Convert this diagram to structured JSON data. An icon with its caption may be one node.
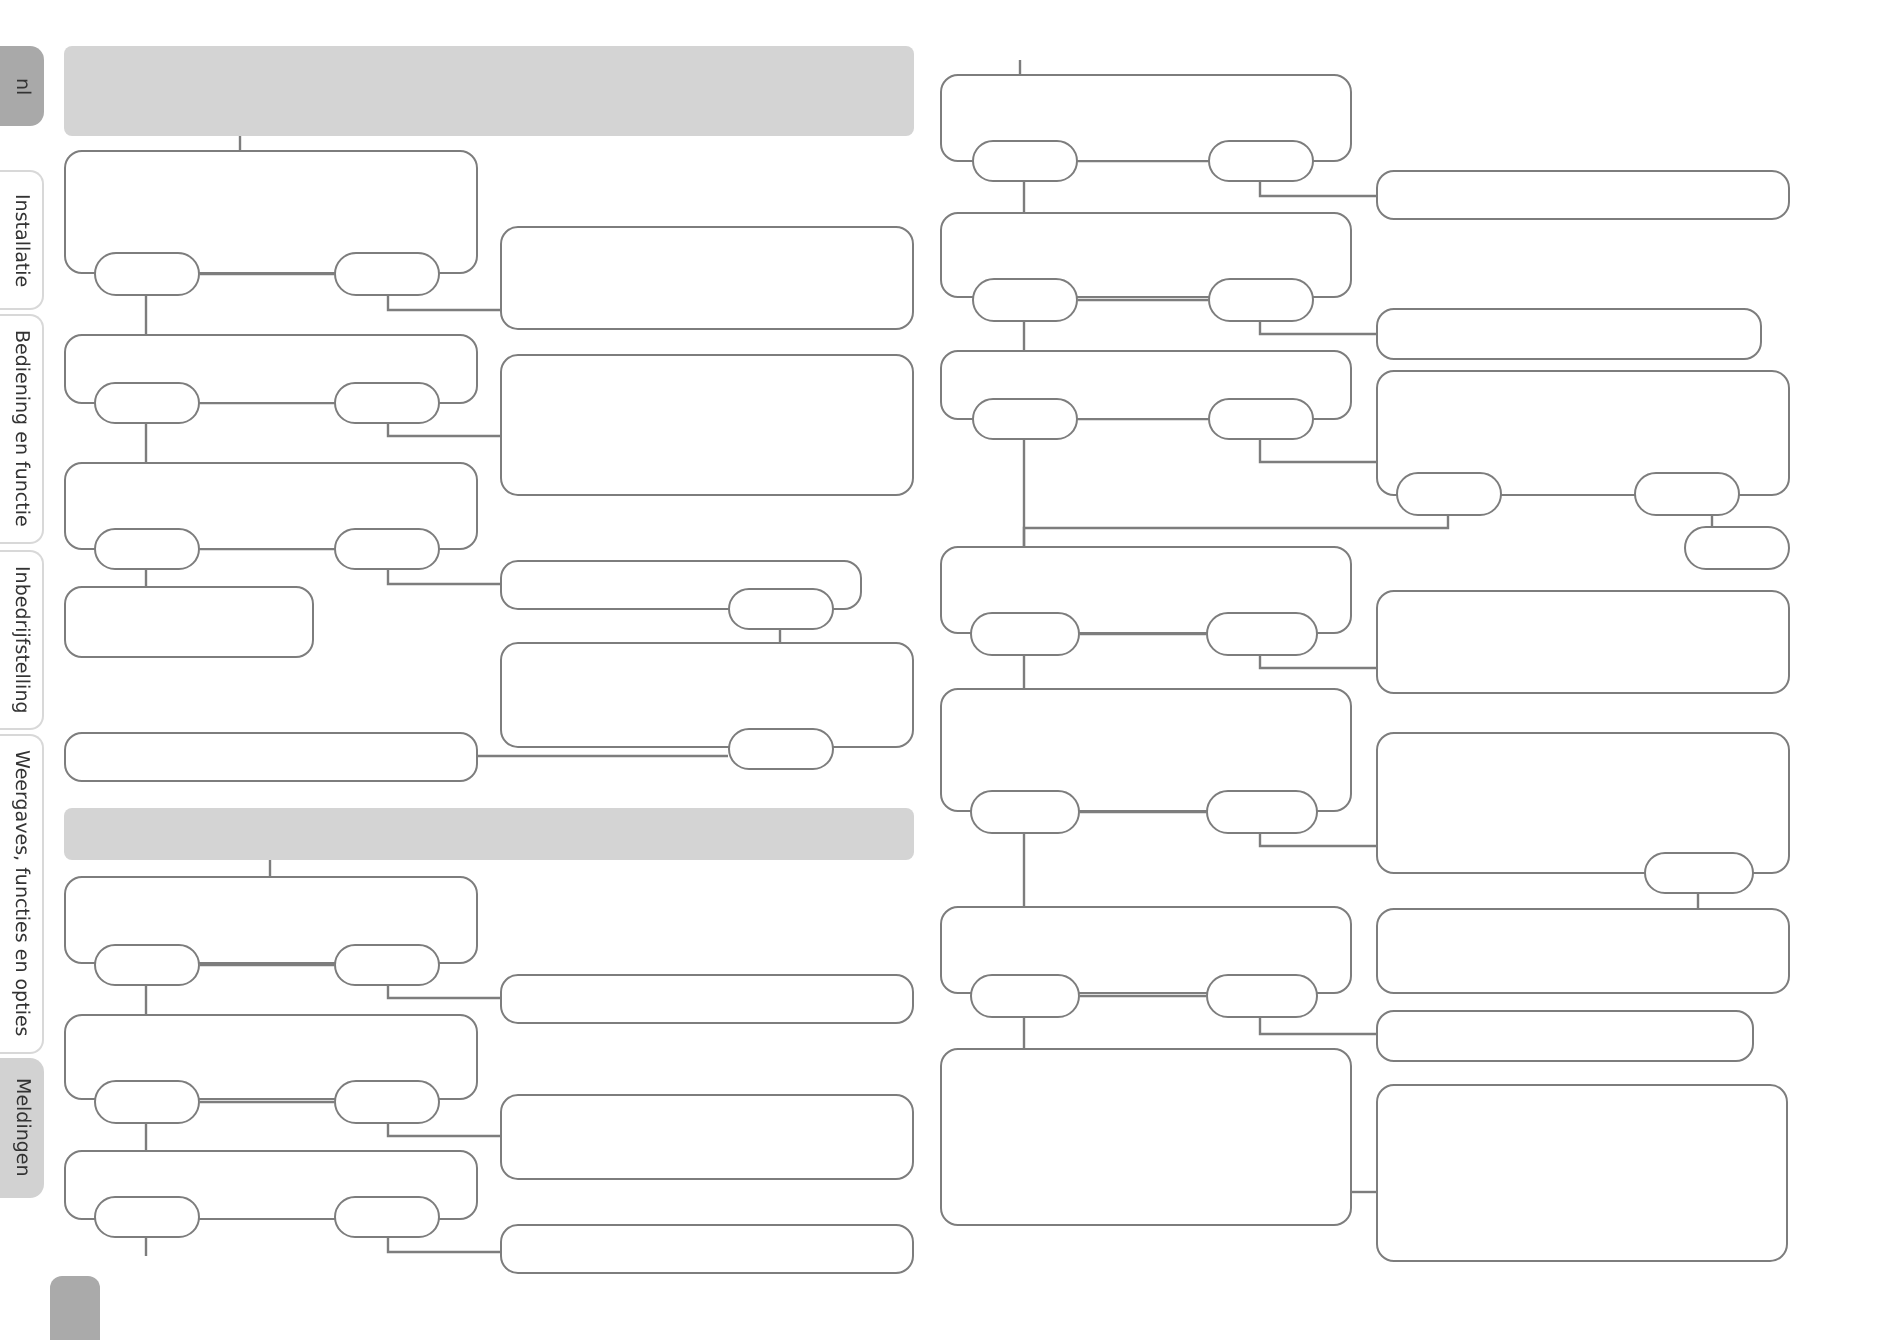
{
  "diagram": {
    "nodes": [
      {
        "text": [],
        "shape": "bar"
      },
      {
        "text": [],
        "shape": "box"
      },
      {
        "text": [],
        "shape": "oval"
      },
      {
        "text": [],
        "shape": "oval"
      },
      {
        "text": [],
        "shape": "box"
      },
      {
        "text": [],
        "shape": "box"
      },
      {
        "text": [],
        "shape": "oval"
      },
      {
        "text": [],
        "shape": "oval"
      },
      {
        "text": [],
        "shape": "box"
      },
      {
        "text": [],
        "shape": "box"
      },
      {
        "text": [],
        "shape": "oval"
      },
      {
        "text": [],
        "shape": "oval"
      },
      {
        "text": [],
        "shape": "box"
      },
      {
        "text": [],
        "shape": "oval"
      },
      {
        "text": [],
        "shape": "box"
      },
      {
        "text": [],
        "shape": "box"
      },
      {
        "text": [],
        "shape": "oval"
      },
      {
        "text": [],
        "shape": "box"
      },
      {
        "text": [],
        "shape": "bar"
      },
      {
        "text": [],
        "shape": "box"
      },
      {
        "text": [],
        "shape": "oval"
      },
      {
        "text": [],
        "shape": "oval"
      },
      {
        "text": [],
        "shape": "box"
      },
      {
        "text": [],
        "shape": "box"
      },
      {
        "text": [],
        "shape": "oval"
      },
      {
        "text": [],
        "shape": "oval"
      },
      {
        "text": [],
        "shape": "box"
      },
      {
        "text": [],
        "shape": "box"
      },
      {
        "text": [],
        "shape": "oval"
      },
      {
        "text": [],
        "shape": "oval"
      },
      {
        "text": [],
        "shape": "box"
      },
      {
        "text": [],
        "shape": "box"
      },
      {
        "text": [],
        "shape": "oval"
      },
      {
        "text": [],
        "shape": "oval"
      },
      {
        "text": [],
        "shape": "box"
      },
      {
        "text": [],
        "shape": "box"
      },
      {
        "text": [],
        "shape": "oval"
      },
      {
        "text": [],
        "shape": "oval"
      },
      {
        "text": [],
        "shape": "box"
      },
      {
        "text": [],
        "shape": "box"
      },
      {
        "text": [],
        "shape": "oval"
      },
      {
        "text": [],
        "shape": "oval"
      },
      {
        "text": [],
        "shape": "box"
      },
      {
        "text": [],
        "shape": "oval"
      },
      {
        "text": [],
        "shape": "oval"
      },
      {
        "text": [],
        "shape": "oval"
      },
      {
        "text": [],
        "shape": "box"
      },
      {
        "text": [],
        "shape": "oval"
      },
      {
        "text": [],
        "shape": "oval"
      },
      {
        "text": [],
        "shape": "box"
      },
      {
        "text": [],
        "shape": "box"
      },
      {
        "text": [],
        "shape": "oval"
      },
      {
        "text": [],
        "shape": "oval"
      },
      {
        "text": [],
        "shape": "box"
      },
      {
        "text": [],
        "shape": "oval"
      },
      {
        "text": [],
        "shape": "box"
      },
      {
        "text": [],
        "shape": "box"
      },
      {
        "text": [],
        "shape": "oval"
      },
      {
        "text": [],
        "shape": "oval"
      },
      {
        "text": [],
        "shape": "box"
      },
      {
        "text": [],
        "shape": "box"
      },
      {
        "text": [],
        "shape": "box"
      }
    ],
    "edges": [
      {
        "from": 0,
        "to": 1,
        "arrow": "none"
      },
      {
        "from": 2,
        "to": 3,
        "arrow": "none"
      },
      {
        "from": 3,
        "to": 4,
        "arrow": "none"
      },
      {
        "from": 2,
        "to": 5,
        "arrow": "none"
      },
      {
        "from": 6,
        "to": 7,
        "arrow": "none"
      },
      {
        "from": 7,
        "to": 8,
        "arrow": "none"
      },
      {
        "from": 6,
        "to": 9,
        "arrow": "none"
      },
      {
        "from": 10,
        "to": 11,
        "arrow": "none"
      },
      {
        "from": 11,
        "to": 12,
        "arrow": "none"
      },
      {
        "from": 10,
        "to": 14,
        "arrow": "none"
      },
      {
        "from": 13,
        "to": 15,
        "arrow": "none"
      },
      {
        "from": 17,
        "to": 16,
        "arrow": "none"
      },
      {
        "from": 18,
        "to": 19,
        "arrow": "none"
      },
      {
        "from": 20,
        "to": 21,
        "arrow": "none"
      },
      {
        "from": 21,
        "to": 22,
        "arrow": "none"
      },
      {
        "from": 20,
        "to": 23,
        "arrow": "none"
      },
      {
        "from": 24,
        "to": 25,
        "arrow": "none"
      },
      {
        "from": 25,
        "to": 26,
        "arrow": "none"
      },
      {
        "from": 24,
        "to": 27,
        "arrow": "none"
      },
      {
        "from": 28,
        "to": 29,
        "arrow": "none"
      },
      {
        "from": 29,
        "to": 30,
        "arrow": "none"
      },
      {
        "from": 28,
        "to": null,
        "arrow": "none"
      },
      {
        "from": null,
        "to": 31,
        "arrow": "none"
      },
      {
        "from": 32,
        "to": 33,
        "arrow": "none"
      },
      {
        "from": 33,
        "to": 34,
        "arrow": "none"
      },
      {
        "from": 32,
        "to": 35,
        "arrow": "none"
      },
      {
        "from": 36,
        "to": 37,
        "arrow": "none"
      },
      {
        "from": 37,
        "to": 38,
        "arrow": "none"
      },
      {
        "from": 36,
        "to": 39,
        "arrow": "none"
      },
      {
        "from": 40,
        "to": 41,
        "arrow": "none"
      },
      {
        "from": 41,
        "to": 42,
        "arrow": "none"
      },
      {
        "from": 43,
        "to": 44,
        "arrow": "none"
      },
      {
        "from": 44,
        "to": 45,
        "arrow": "none"
      },
      {
        "from": 40,
        "to": 46,
        "arrow": "none"
      },
      {
        "from": 43,
        "to": 46,
        "arrow": "none"
      },
      {
        "from": 47,
        "to": 48,
        "arrow": "none"
      },
      {
        "from": 48,
        "to": 49,
        "arrow": "none"
      },
      {
        "from": 47,
        "to": 50,
        "arrow": "none"
      },
      {
        "from": 51,
        "to": 52,
        "arrow": "none"
      },
      {
        "from": 52,
        "to": 53,
        "arrow": "none"
      },
      {
        "from": 54,
        "to": 55,
        "arrow": "none"
      },
      {
        "from": 51,
        "to": 56,
        "arrow": "none"
      },
      {
        "from": 57,
        "to": 58,
        "arrow": "none"
      },
      {
        "from": 58,
        "to": 59,
        "arrow": "none"
      },
      {
        "from": 57,
        "to": 60,
        "arrow": "none"
      },
      {
        "from": 60,
        "to": 61,
        "arrow": "none"
      }
    ],
    "labels": [
      "nl",
      "Installatie",
      "Bediening en functie",
      "Inbedrijfstelling",
      "Weergaves, functies en opties",
      "Meldingen"
    ]
  }
}
